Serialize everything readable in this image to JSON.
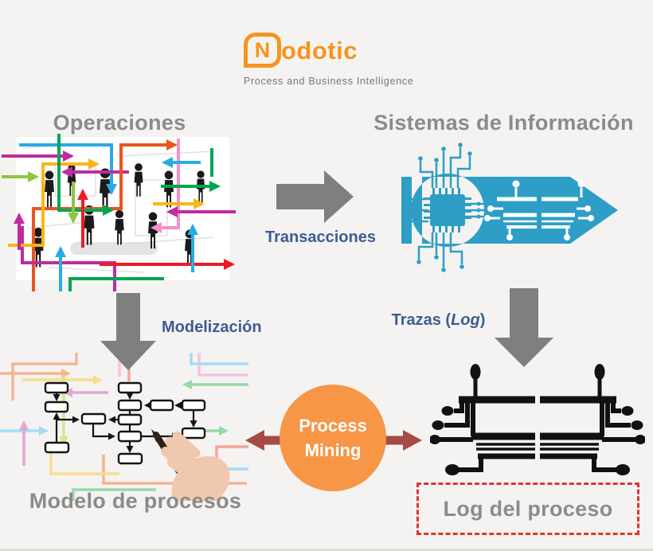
{
  "logo": {
    "letter": "N",
    "word": "odotic",
    "tagline": "Process  and Business Intelligence"
  },
  "headings": {
    "operaciones": "Operaciones",
    "sistemas": "Sistemas de Información",
    "modelo": "Modelo de procesos",
    "log_del_proceso": "Log del proceso"
  },
  "labels": {
    "transacciones": "Transacciones",
    "modelizacion": "Modelización",
    "trazas_prefix": "Trazas (",
    "trazas_log": "Log",
    "trazas_suffix": ")"
  },
  "process_mining": {
    "line1": "Process",
    "line2": "Mining"
  },
  "colors": {
    "background": "#F4F3F1",
    "accent_orange": "#F7941D",
    "circle_orange": "#F79646",
    "heading_gray": "#8B8B8B",
    "label_navy": "#3D5C92",
    "arrow_gray": "#7F7F7F",
    "brick_red": "#A64A44",
    "dashed_red": "#E23333",
    "system_blue": "#2E9EC6"
  }
}
